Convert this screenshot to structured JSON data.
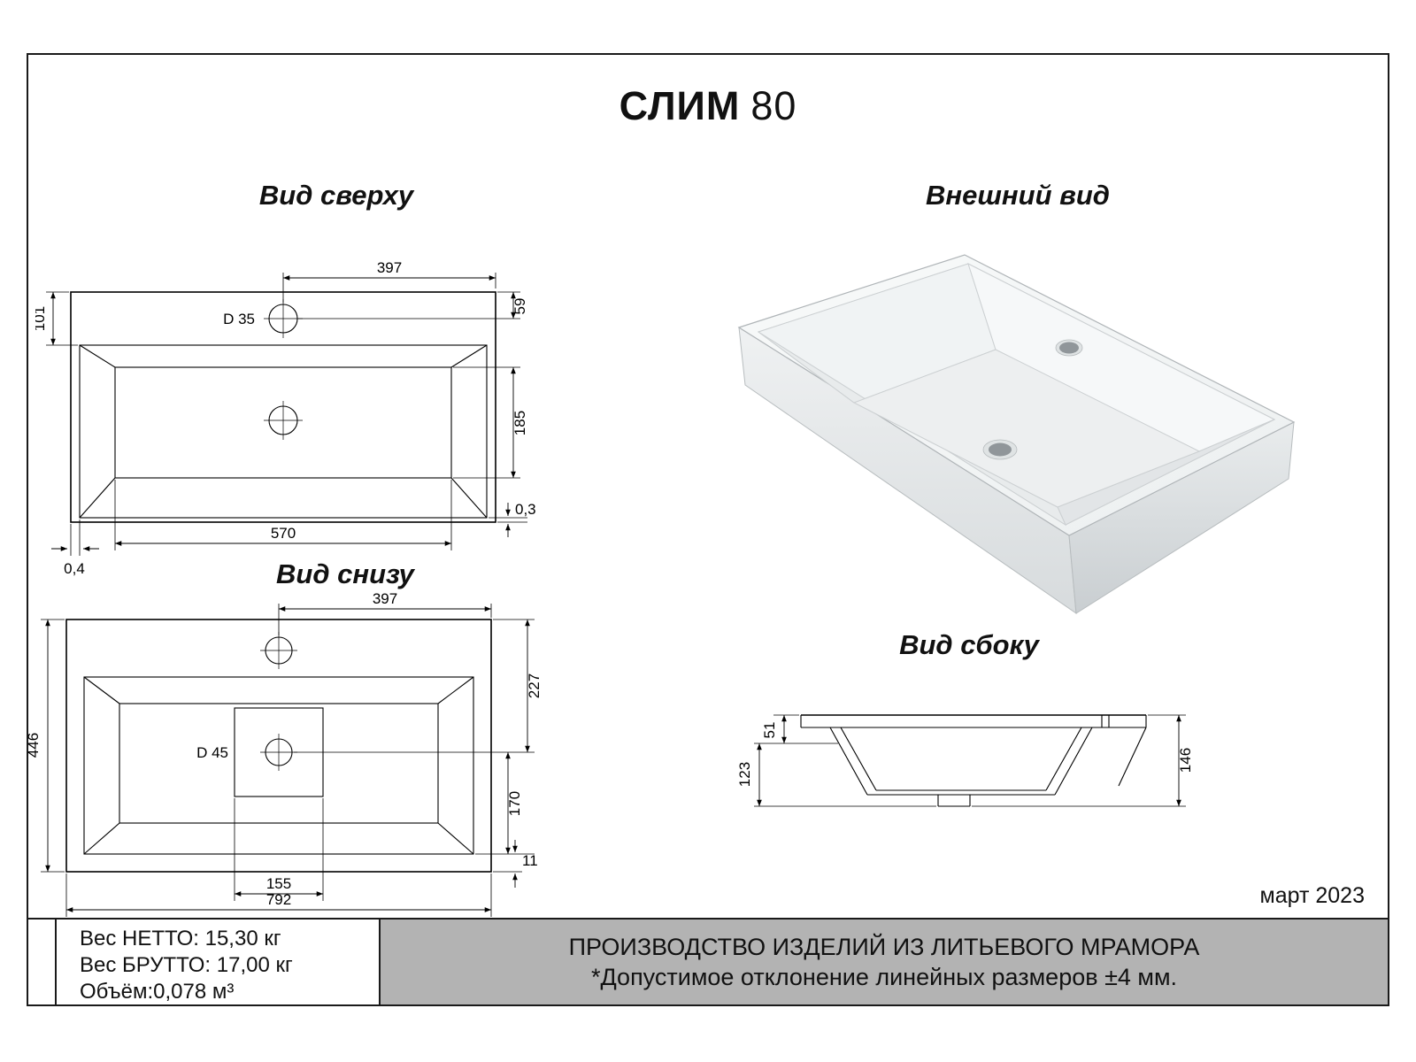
{
  "title": {
    "model": "СЛИМ",
    "size": "80"
  },
  "date": "март 2023",
  "views": {
    "top": {
      "label": "Вид сверху",
      "dims": {
        "hole_to_edge": "397",
        "hole_diameter": "D 35",
        "deck_depth": "101",
        "hole_offset": "59",
        "basin_depth": "185",
        "taper_right": "0,3",
        "taper_left": "0,4",
        "basin_width": "570"
      }
    },
    "bottom": {
      "label": "Вид снизу",
      "dims": {
        "hole_to_edge": "397",
        "drain_from_top": "227",
        "drain_to_bottom": "170",
        "drain_diameter": "D 45",
        "overall_depth": "446",
        "boss_width": "155",
        "rim_offset": "11",
        "overall_width": "792"
      }
    },
    "external": {
      "label": "Внешний вид"
    },
    "side": {
      "label": "Вид сбоку",
      "dims": {
        "flange_height": "51",
        "basin_depth": "123",
        "overall_height": "146"
      }
    }
  },
  "footer": {
    "net_weight": "Вес НЕТТО: 15,30 кг",
    "gross_weight": "Вес БРУТТО: 17,00 кг",
    "volume": "Объём:0,078 м³",
    "production_title": "ПРОИЗВОДСТВО ИЗДЕЛИЙ ИЗ ЛИТЬЕВОГО МРАМОРА",
    "tolerance_note": "*Допустимое отклонение линейных размеров ±4 мм."
  }
}
